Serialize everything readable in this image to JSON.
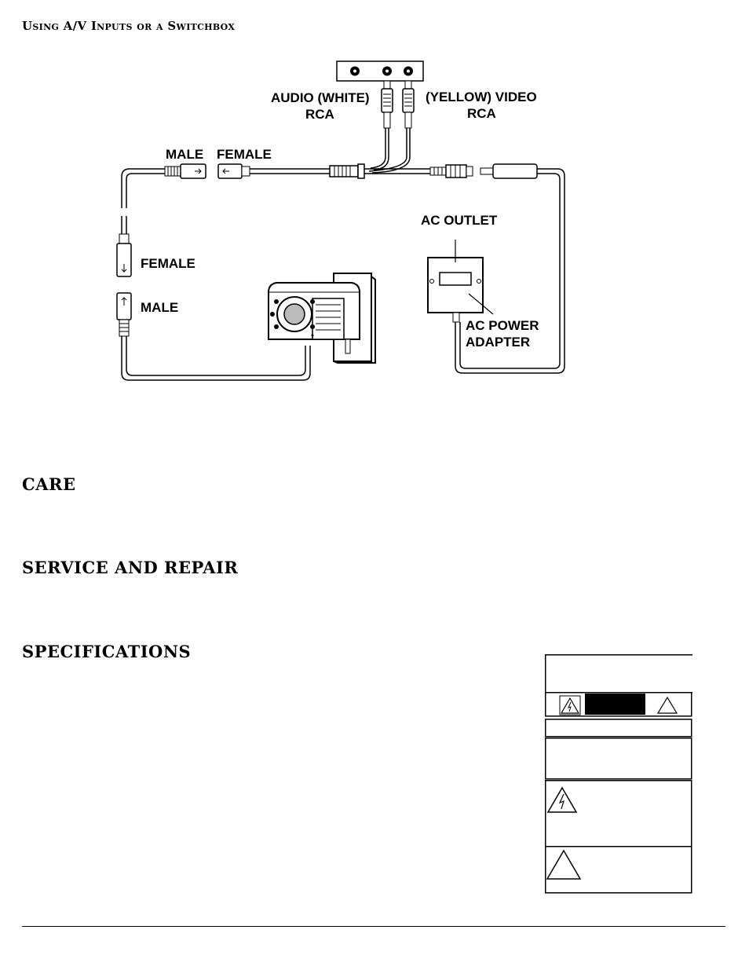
{
  "header": {
    "title": "Using A/V Inputs or a Switchbox"
  },
  "diagram": {
    "labels": {
      "audio_line1": "AUDIO (WHITE)",
      "audio_line2": "RCA",
      "video_line1": "(YELLOW) VIDEO",
      "video_line2": "RCA",
      "male_top": "MALE",
      "female_top": "FEMALE",
      "female_left": "FEMALE",
      "male_left": "MALE",
      "ac_outlet": "AC OUTLET",
      "ac_power_line1": "AC POWER",
      "ac_power_line2": "ADAPTER"
    }
  },
  "sections": {
    "care": "CARE",
    "service": "SERVICE AND REPAIR",
    "specifications": "SPECIFICATIONS"
  },
  "colors": {
    "ink": "#000000",
    "paper": "#ffffff",
    "lens_gray": "#bbbbbb"
  }
}
